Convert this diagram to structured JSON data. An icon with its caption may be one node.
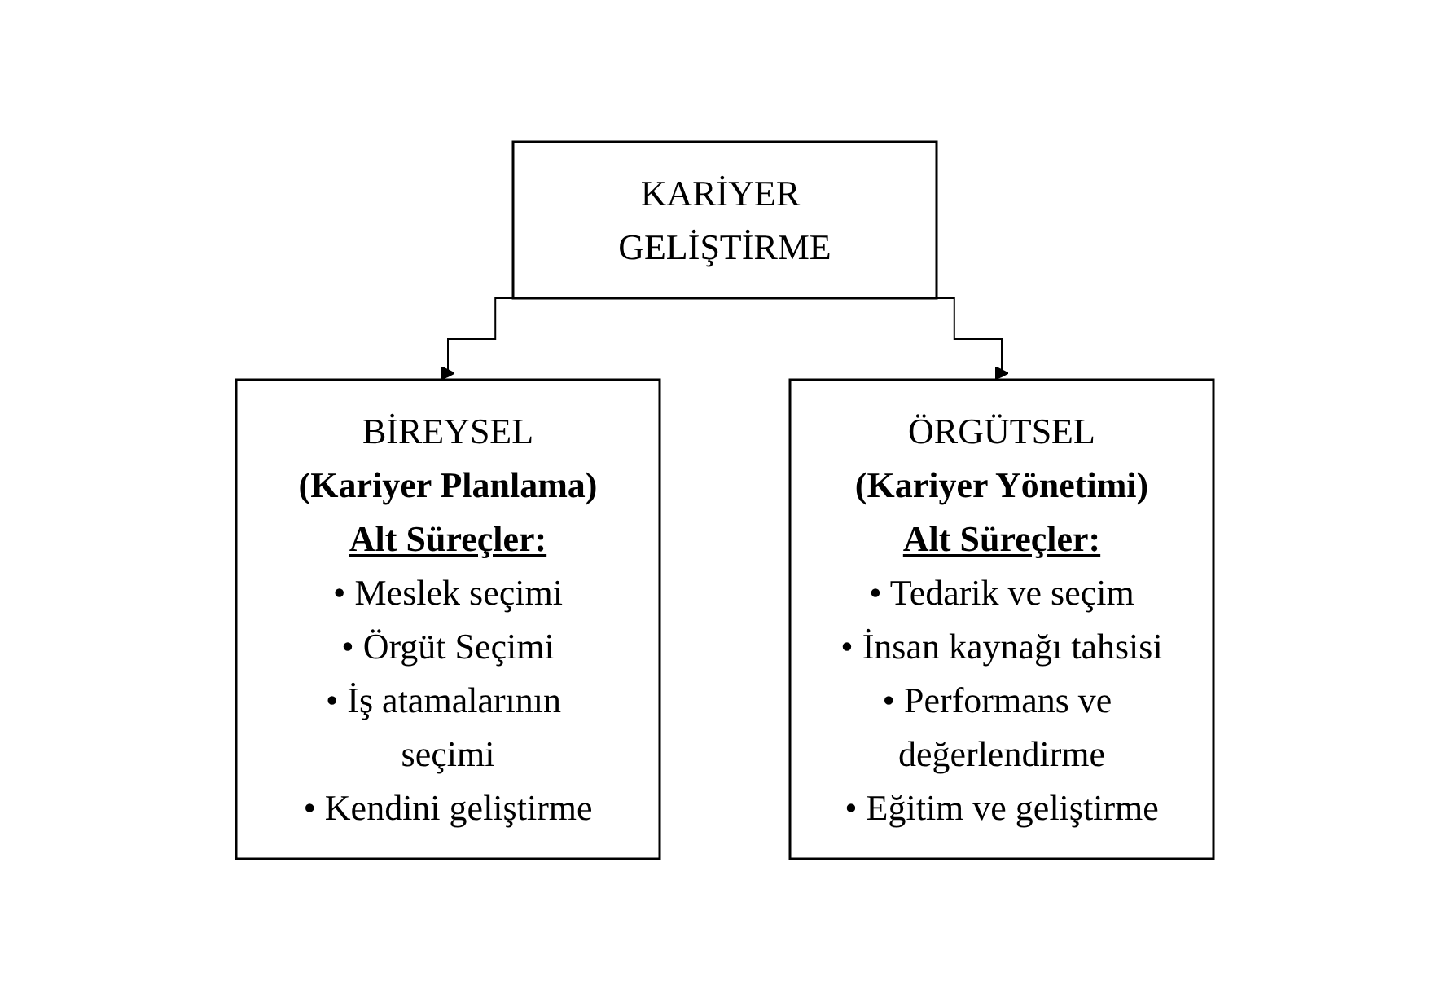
{
  "diagram": {
    "nodes": [
      {
        "text": [
          "KARİYER GELİŞTİRME"
        ]
      },
      {
        "text": [
          "BİREYSEL",
          "(Kariyer Planlama)",
          "Alt Süreçler:",
          "• Meslek seçimi",
          "• Örgüt Seçimi",
          "• İş atamalarının seçimi",
          "• Kendini geliştirme"
        ]
      },
      {
        "text": [
          "ÖRGÜTSEL",
          "(Kariyer Yönetimi)",
          "Alt Süreçler:",
          "• Tedarik ve seçim",
          "• İnsan kaynağı tahsisi",
          "• Performans ve değerlendirme",
          "• Eğitim ve geliştirme"
        ]
      }
    ],
    "edges": [
      {
        "from": 0,
        "to": 1,
        "arrow": "to"
      },
      {
        "from": 0,
        "to": 2,
        "arrow": "to"
      }
    ]
  }
}
